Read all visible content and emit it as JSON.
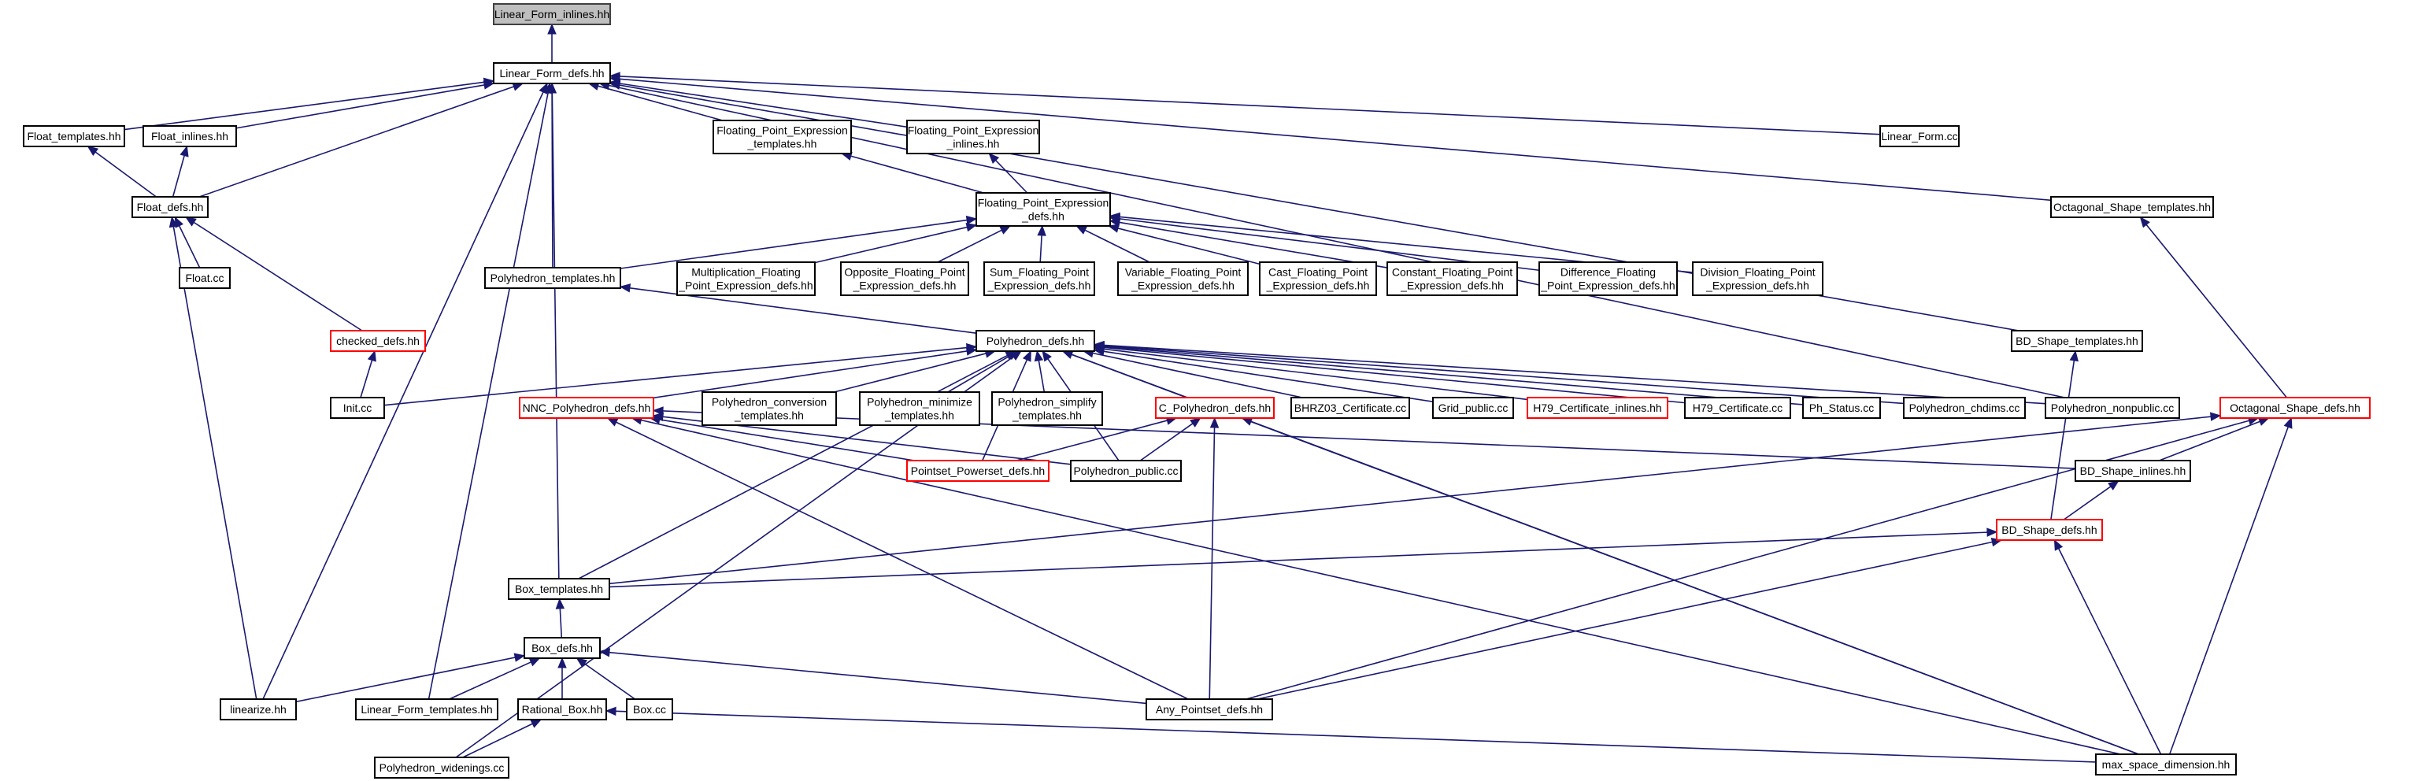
{
  "colors": {
    "edge": "#191970",
    "root_fill": "#bfbfbf",
    "incomplete_border": "#ff0000",
    "normal_border": "#000000"
  },
  "nodes": [
    {
      "id": "root",
      "lines": [
        "Linear_Form_inlines.hh"
      ],
      "style": "root"
    },
    {
      "id": "lfdefs",
      "lines": [
        "Linear_Form_defs.hh"
      ]
    },
    {
      "id": "ftempl",
      "lines": [
        "Float_templates.hh"
      ]
    },
    {
      "id": "finl",
      "lines": [
        "Float_inlines.hh"
      ]
    },
    {
      "id": "fpetempl",
      "lines": [
        "Floating_Point_Expression",
        "_templates.hh"
      ]
    },
    {
      "id": "fpeinl",
      "lines": [
        "Floating_Point_Expression",
        "_inlines.hh"
      ]
    },
    {
      "id": "lfcc",
      "lines": [
        "Linear_Form.cc"
      ]
    },
    {
      "id": "ostempl",
      "lines": [
        "Octagonal_Shape_templates.hh"
      ]
    },
    {
      "id": "fdefs",
      "lines": [
        "Float_defs.hh"
      ]
    },
    {
      "id": "fpedefs",
      "lines": [
        "Floating_Point_Expression",
        "_defs.hh"
      ]
    },
    {
      "id": "floatcc",
      "lines": [
        "Float.cc"
      ]
    },
    {
      "id": "ptempl",
      "lines": [
        "Polyhedron_templates.hh"
      ]
    },
    {
      "id": "mult",
      "lines": [
        "Multiplication_Floating",
        "_Point_Expression_defs.hh"
      ]
    },
    {
      "id": "opp",
      "lines": [
        "Opposite_Floating_Point",
        "_Expression_defs.hh"
      ]
    },
    {
      "id": "sum",
      "lines": [
        "Sum_Floating_Point",
        "_Expression_defs.hh"
      ]
    },
    {
      "id": "var",
      "lines": [
        "Variable_Floating_Point",
        "_Expression_defs.hh"
      ]
    },
    {
      "id": "cast",
      "lines": [
        "Cast_Floating_Point",
        "_Expression_defs.hh"
      ]
    },
    {
      "id": "const",
      "lines": [
        "Constant_Floating_Point",
        "_Expression_defs.hh"
      ]
    },
    {
      "id": "diff",
      "lines": [
        "Difference_Floating",
        "_Point_Expression_defs.hh"
      ]
    },
    {
      "id": "div",
      "lines": [
        "Division_Floating_Point",
        "_Expression_defs.hh"
      ]
    },
    {
      "id": "checked",
      "lines": [
        "checked_defs.hh"
      ],
      "style": "red"
    },
    {
      "id": "pdefs",
      "lines": [
        "Polyhedron_defs.hh"
      ]
    },
    {
      "id": "bdstempl",
      "lines": [
        "BD_Shape_templates.hh"
      ]
    },
    {
      "id": "initcc",
      "lines": [
        "Init.cc"
      ]
    },
    {
      "id": "nnc",
      "lines": [
        "NNC_Polyhedron_defs.hh"
      ],
      "style": "red"
    },
    {
      "id": "pconv",
      "lines": [
        "Polyhedron_conversion",
        "_templates.hh"
      ]
    },
    {
      "id": "pmin",
      "lines": [
        "Polyhedron_minimize",
        "_templates.hh"
      ]
    },
    {
      "id": "psimp",
      "lines": [
        "Polyhedron_simplify",
        "_templates.hh"
      ]
    },
    {
      "id": "cpoly",
      "lines": [
        "C_Polyhedron_defs.hh"
      ],
      "style": "red"
    },
    {
      "id": "bhrz",
      "lines": [
        "BHRZ03_Certificate.cc"
      ]
    },
    {
      "id": "gridpub",
      "lines": [
        "Grid_public.cc"
      ]
    },
    {
      "id": "h79inl",
      "lines": [
        "H79_Certificate_inlines.hh"
      ],
      "style": "red"
    },
    {
      "id": "h79cc",
      "lines": [
        "H79_Certificate.cc"
      ]
    },
    {
      "id": "phstat",
      "lines": [
        "Ph_Status.cc"
      ]
    },
    {
      "id": "pchd",
      "lines": [
        "Polyhedron_chdims.cc"
      ]
    },
    {
      "id": "pnonpub",
      "lines": [
        "Polyhedron_nonpublic.cc"
      ]
    },
    {
      "id": "osdefs",
      "lines": [
        "Octagonal_Shape_defs.hh"
      ],
      "style": "red"
    },
    {
      "id": "ppdefs",
      "lines": [
        "Pointset_Powerset_defs.hh"
      ],
      "style": "red"
    },
    {
      "id": "ppub",
      "lines": [
        "Polyhedron_public.cc"
      ]
    },
    {
      "id": "bdsinl",
      "lines": [
        "BD_Shape_inlines.hh"
      ]
    },
    {
      "id": "bdsdefs",
      "lines": [
        "BD_Shape_defs.hh"
      ],
      "style": "red"
    },
    {
      "id": "boxtempl",
      "lines": [
        "Box_templates.hh"
      ]
    },
    {
      "id": "boxdefs",
      "lines": [
        "Box_defs.hh"
      ]
    },
    {
      "id": "linearize",
      "lines": [
        "linearize.hh"
      ]
    },
    {
      "id": "lftempl",
      "lines": [
        "Linear_Form_templates.hh"
      ]
    },
    {
      "id": "ratbox",
      "lines": [
        "Rational_Box.hh"
      ]
    },
    {
      "id": "boxcc",
      "lines": [
        "Box.cc"
      ]
    },
    {
      "id": "apdefs",
      "lines": [
        "Any_Pointset_defs.hh"
      ]
    },
    {
      "id": "pwiden",
      "lines": [
        "Polyhedron_widenings.cc"
      ]
    },
    {
      "id": "maxdim",
      "lines": [
        "max_space_dimension.hh"
      ]
    }
  ]
}
